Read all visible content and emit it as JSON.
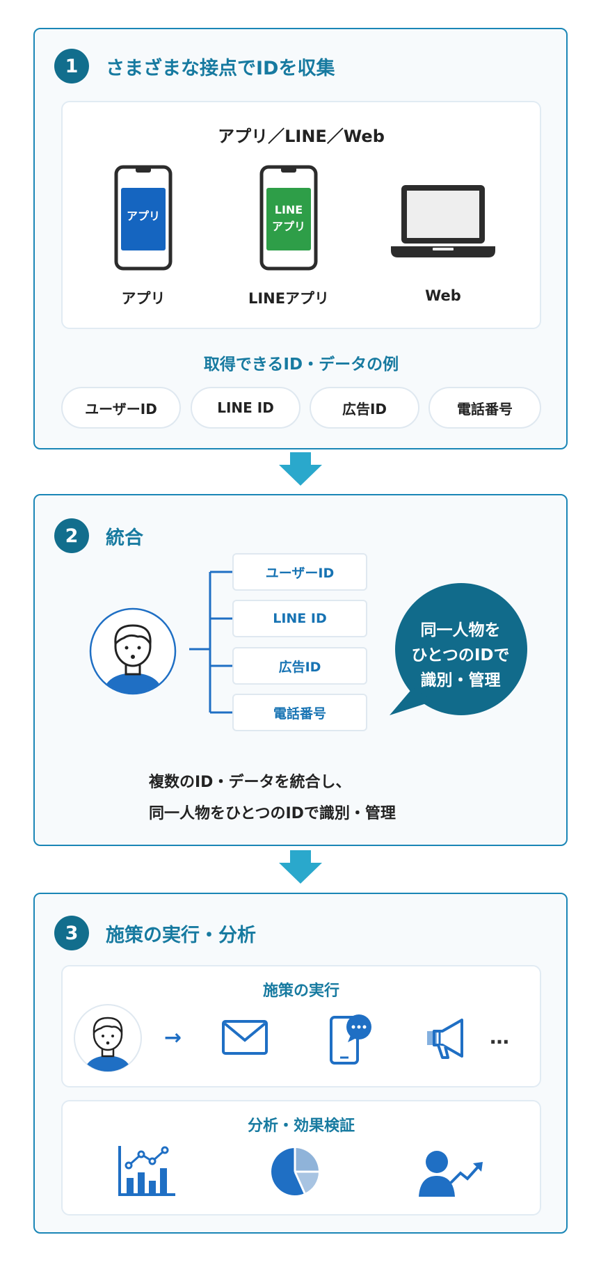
{
  "step1": {
    "number": "1",
    "title": "さまざまな接点でIDを収集",
    "panel_heading": "アプリ／LINE／Web",
    "devices": [
      {
        "screen_text": "アプリ",
        "label": "アプリ"
      },
      {
        "screen_text_line1": "LINE",
        "screen_text_line2": "アプリ",
        "label": "LINEアプリ"
      },
      {
        "label": "Web"
      }
    ],
    "examples_heading": "取得できるID・データの例",
    "examples": [
      "ユーザーID",
      "LINE ID",
      "広告ID",
      "電話番号"
    ]
  },
  "step2": {
    "number": "2",
    "title": "統合",
    "ids": [
      "ユーザーID",
      "LINE ID",
      "広告ID",
      "電話番号"
    ],
    "bubble_lines": [
      "同一人物を",
      "ひとつのIDで",
      "識別・管理"
    ],
    "description_lines": [
      "複数のID・データを統合し、",
      "同一人物をひとつのIDで識別・管理"
    ]
  },
  "step3": {
    "number": "3",
    "title": "施策の実行・分析",
    "execution_heading": "施策の実行",
    "execution_arrow": "→",
    "execution_more": "…",
    "analysis_heading": "分析・効果検証"
  },
  "colors": {
    "border": "#1a86b6",
    "title": "#177aa0",
    "badge": "#126e8d",
    "blue_icon": "#1f6fc4",
    "app_blue": "#1565c0",
    "line_green": "#2e9e48",
    "bubble": "#116b8b",
    "flow_arrow": "#2aa8cc"
  }
}
